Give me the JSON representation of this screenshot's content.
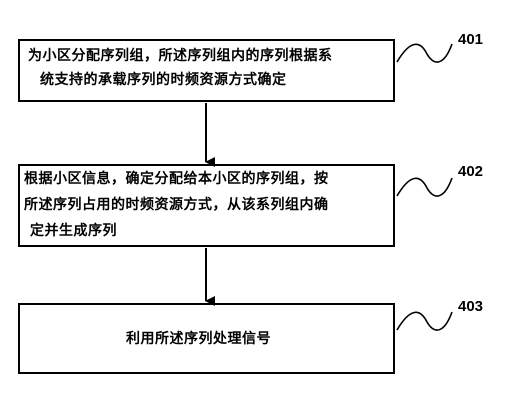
{
  "steps": [
    {
      "id": "401",
      "lines": [
        "为小区分配序列组，所述序列组内的序列根据系",
        "统支持的承载序列的时频资源方式确定"
      ]
    },
    {
      "id": "402",
      "lines": [
        "根据小区信息，确定分配给本小区的序列组，按",
        "所述序列占用的时频资源方式，从该系列组内确",
        "定并生成序列"
      ]
    },
    {
      "id": "403",
      "lines": [
        "利用所述序列处理信号"
      ]
    }
  ]
}
